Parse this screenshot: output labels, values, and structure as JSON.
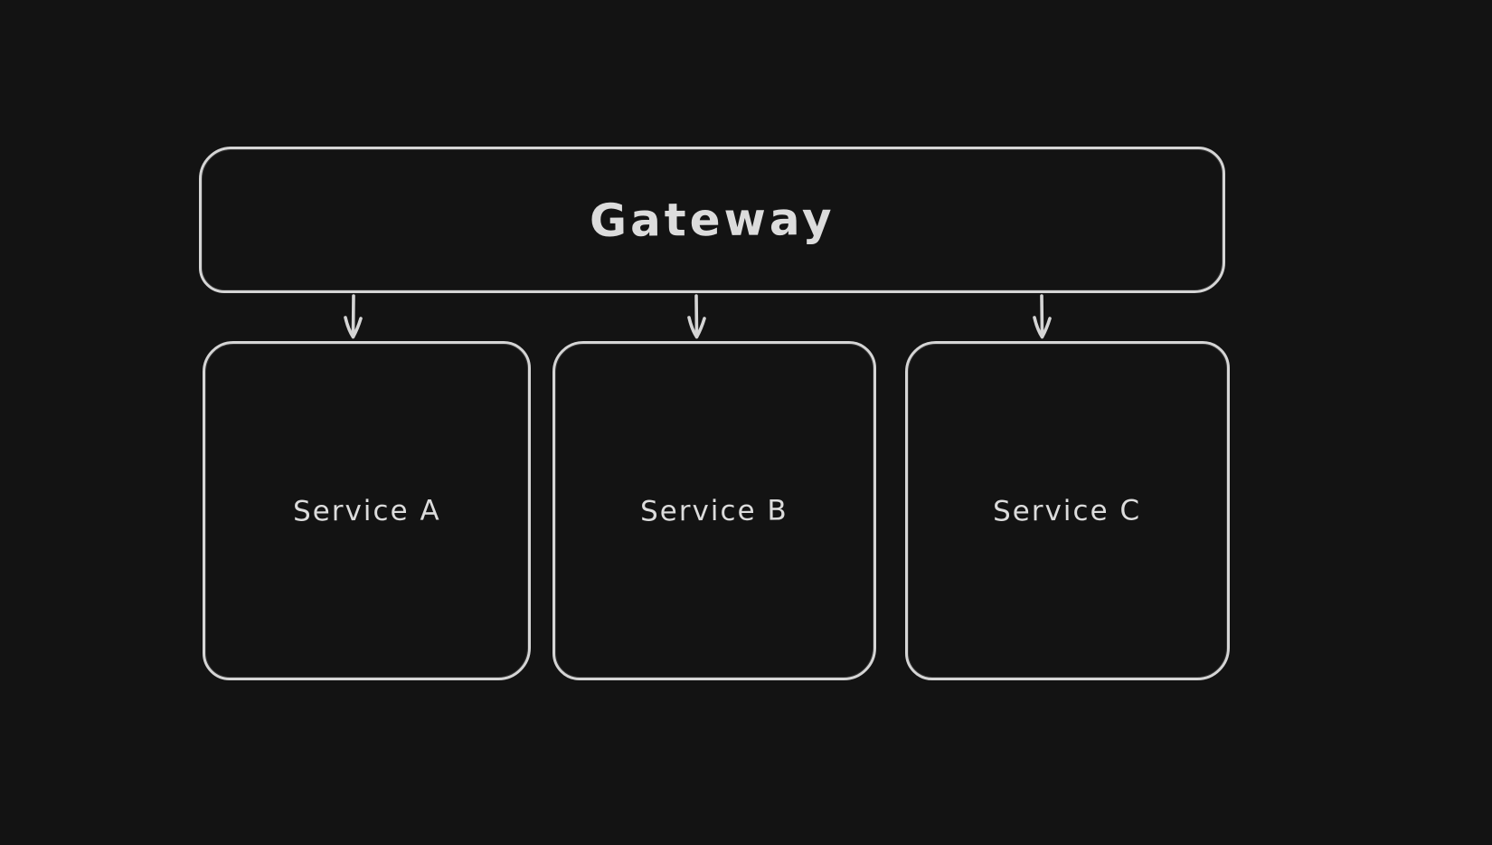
{
  "colors": {
    "background": "#131313",
    "stroke": "#d5d5d5",
    "text": "#dcdcdc"
  },
  "diagram": {
    "type": "architecture-flowchart",
    "theme": "dark",
    "nodes": [
      {
        "id": "gateway",
        "label": "Gateway",
        "shape": "rounded-rectangle"
      },
      {
        "id": "service-a",
        "label": "Service A",
        "shape": "rounded-rectangle"
      },
      {
        "id": "service-b",
        "label": "Service B",
        "shape": "rounded-rectangle"
      },
      {
        "id": "service-c",
        "label": "Service C",
        "shape": "rounded-rectangle"
      }
    ],
    "edges": [
      {
        "from": "Gateway",
        "to": "Service A",
        "type": "arrow-down"
      },
      {
        "from": "Gateway",
        "to": "Service B",
        "type": "arrow-down"
      },
      {
        "from": "Gateway",
        "to": "Service C",
        "type": "arrow-down"
      }
    ]
  }
}
